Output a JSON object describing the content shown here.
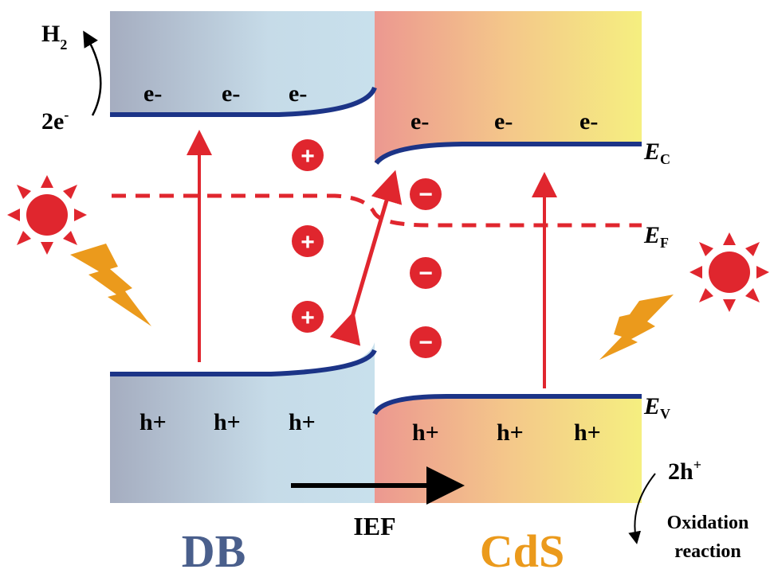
{
  "left_material": {
    "name": "DB",
    "electrons": [
      "e-",
      "e-",
      "e-"
    ],
    "holes": [
      "h+",
      "h+",
      "h+"
    ],
    "charges": [
      "+",
      "+",
      "+"
    ]
  },
  "right_material": {
    "name": "CdS",
    "electrons": [
      "e-",
      "e-",
      "e-"
    ],
    "holes": [
      "h+",
      "h+",
      "h+"
    ],
    "charges": [
      "−",
      "−",
      "−"
    ]
  },
  "reduction": {
    "product": "H",
    "product_sub": "2",
    "reactant": "2e",
    "reactant_sup": "-"
  },
  "oxidation": {
    "reactant": "2h",
    "reactant_sup": "+",
    "line1": "Oxidation",
    "line2": "reaction"
  },
  "levels": {
    "conduction": {
      "main": "E",
      "sub": "C"
    },
    "fermi": {
      "main": "E",
      "sub": "F"
    },
    "valence": {
      "main": "E",
      "sub": "V"
    }
  },
  "field_label": "IEF",
  "colors": {
    "band": "#1c3487",
    "red": "#e0262e",
    "bolt": "#eb9a1c",
    "db_text": "#4a5f8c",
    "cds_text": "#eb9a1c"
  }
}
